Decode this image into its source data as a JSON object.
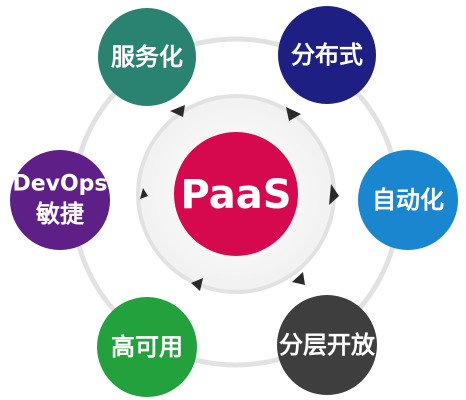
{
  "center": {
    "label": "PaaS",
    "color": "#d6084e"
  },
  "nodes": [
    {
      "id": "servitization",
      "label": "服务化",
      "color": "#2a8270"
    },
    {
      "id": "distributed",
      "label": "分布式",
      "color": "#1e1f82"
    },
    {
      "id": "automation",
      "label": "自动化",
      "color": "#1a86cf"
    },
    {
      "id": "layered-open",
      "label": "分层开放",
      "color": "#3e3e3e"
    },
    {
      "id": "high-availability",
      "label": "高可用",
      "color": "#22a13d"
    },
    {
      "id": "devops-agile",
      "label_line1": "DevOps",
      "label_line2": "敏捷",
      "color": "#5e1f86"
    }
  ],
  "rings": {
    "outer_color": "#e2e2e2",
    "inner_color": "#e2e2e2"
  },
  "arrow_icon_color": "#2a2a2a"
}
